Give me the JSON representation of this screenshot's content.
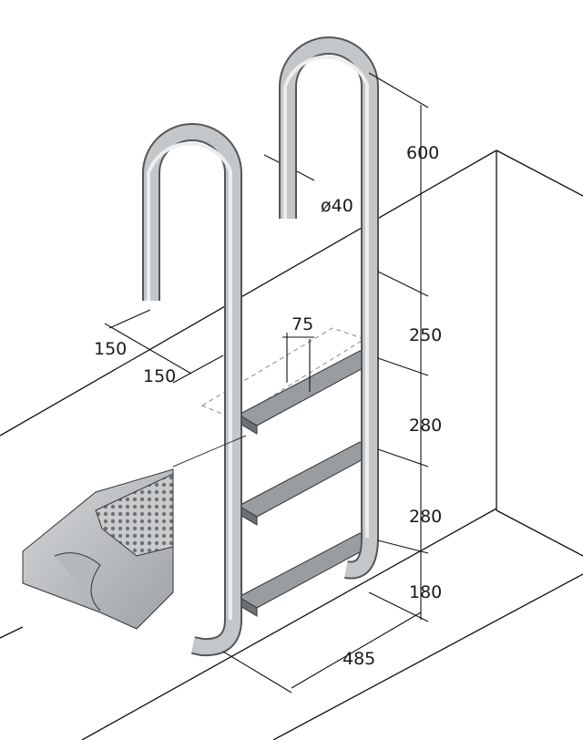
{
  "dimensions": {
    "handrail_height": "600",
    "tube_diameter": "ø40",
    "top_step_offset": "250",
    "step_spacing_1": "280",
    "step_spacing_2": "280",
    "bottom_clearance": "180",
    "ladder_width": "485",
    "wall_offset_1": "150",
    "wall_offset_2": "150",
    "tread_depth": "75"
  },
  "colors": {
    "tube": "#b9bcbf",
    "tube_shade": "#8e9296",
    "tread": "#9a9da0",
    "line": "#111111"
  }
}
